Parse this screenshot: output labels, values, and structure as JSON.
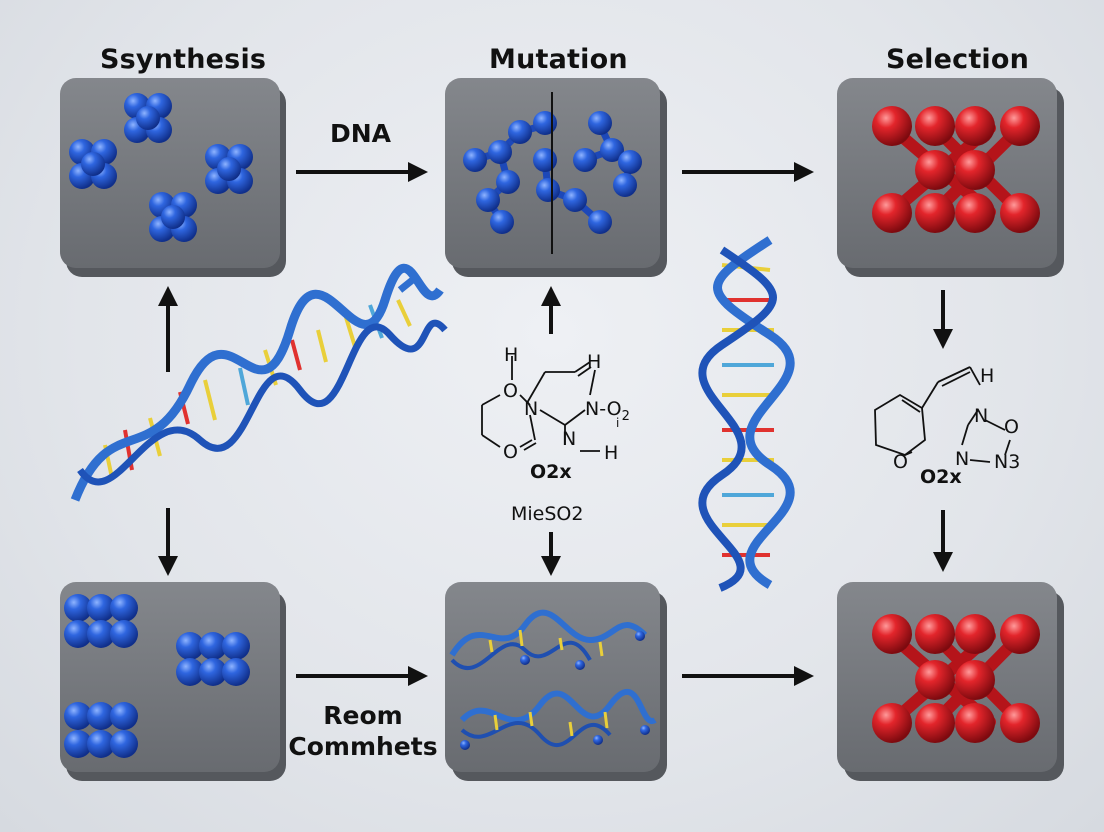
{
  "stages": {
    "synthesis": "Ssynthesis",
    "mutation": "Mutation",
    "selection": "Selection"
  },
  "edges": {
    "top_left": "DNA",
    "bottom_left_line1": "Reom",
    "bottom_left_line2": "Commhets"
  },
  "chem_center": {
    "h_top": "H",
    "h_top_right": "H",
    "o_ring": "O",
    "n_left": "N",
    "n_right": "N",
    "o2_sub": "O",
    "o2_subscript": "2",
    "i_mark": "i",
    "n_h": "N",
    "h_bottom": "H",
    "o_bottom": "O",
    "o2x": "O2x",
    "reagent": "MieSO2"
  },
  "chem_right": {
    "h_top": "H",
    "n_upper": "N",
    "o_right": "O",
    "o_ring": "O",
    "n_lower": "N",
    "n3": "N3",
    "o2x": "O2x"
  },
  "colors": {
    "block_blue": "#2a5bd7",
    "block_red": "#d81e24",
    "dna_blue": "#2f6fd0",
    "box": "#75787d"
  }
}
